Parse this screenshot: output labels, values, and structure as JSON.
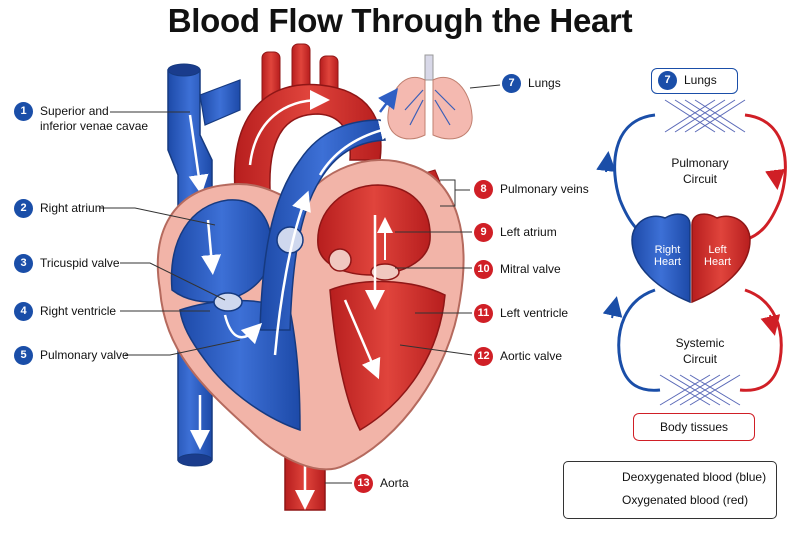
{
  "title": "Blood Flow Through the Heart",
  "labels": [
    {
      "num": "1",
      "text": "Superior and",
      "text2": "inferior venae cavae"
    },
    {
      "num": "2",
      "text": "Right atrium"
    },
    {
      "num": "3",
      "text": "Tricuspid valve"
    },
    {
      "num": "4",
      "text": "Right ventricle"
    },
    {
      "num": "5",
      "text": "Pulmonary valve"
    },
    {
      "num": "7",
      "text": "Lungs"
    },
    {
      "num": "8",
      "text": "Pulmonary veins"
    },
    {
      "num": "9",
      "text": "Left atrium"
    },
    {
      "num": "10",
      "text": "Mitral valve"
    },
    {
      "num": "11",
      "text": "Left ventricle"
    },
    {
      "num": "12",
      "text": "Aortic valve"
    },
    {
      "num": "13",
      "text": "Aorta"
    }
  ],
  "circuit": {
    "lungs_num": "7",
    "lungs_label": "Lungs",
    "pulmonary_line1": "Pulmonary",
    "pulmonary_line2": "Circuit",
    "right_heart_line1": "Right",
    "right_heart_line2": "Heart",
    "left_heart_line1": "Left",
    "left_heart_line2": "Heart",
    "systemic_line1": "Systemic",
    "systemic_line2": "Circuit",
    "body_tissues": "Body tissues"
  },
  "legend": {
    "deoxygenated": "Deoxygenated blood (blue)",
    "oxygenated": "Oxygenated blood (red)"
  },
  "colors": {
    "blue": "#1a4ea8",
    "red": "#d01f26",
    "blood_blue": "#2f5fc4",
    "blood_red": "#d0302a",
    "tissue": "#f2b4a8"
  }
}
